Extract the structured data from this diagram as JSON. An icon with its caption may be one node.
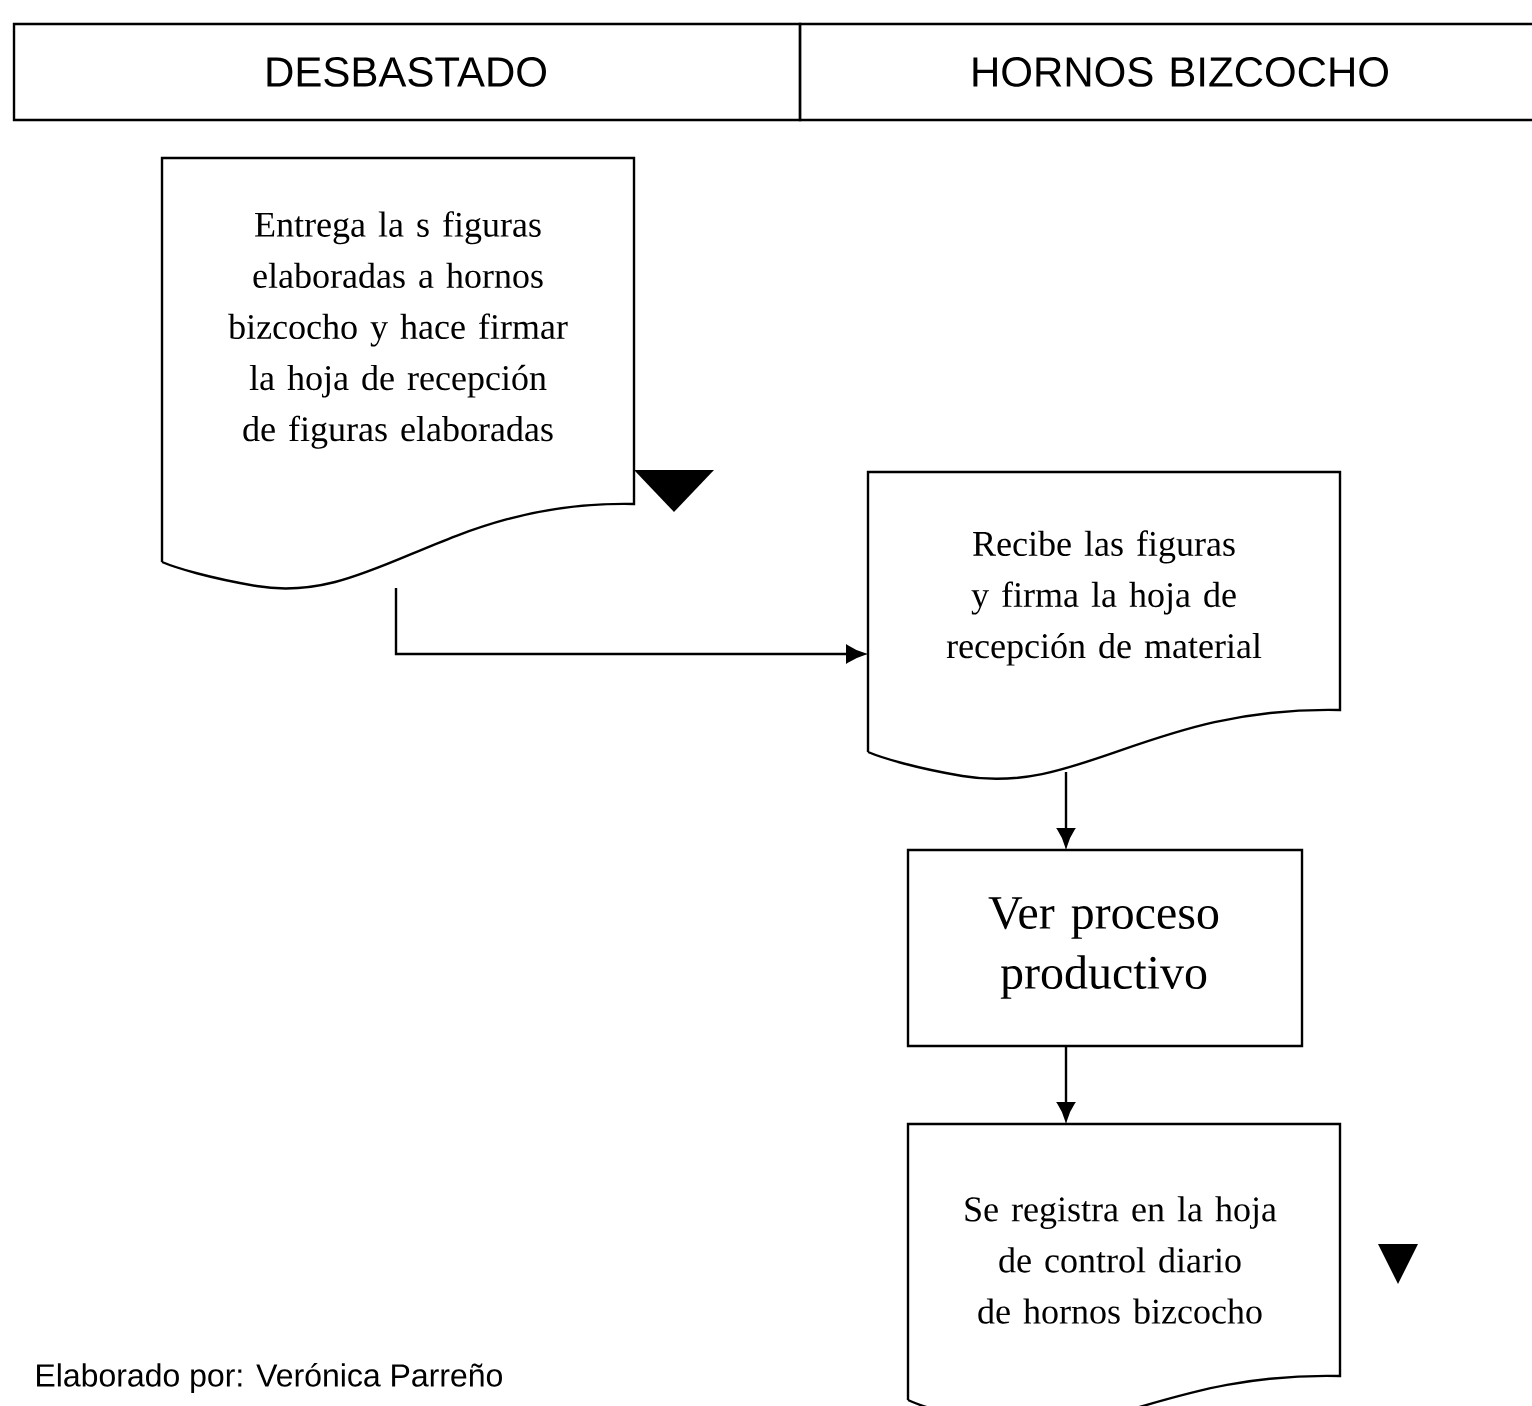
{
  "diagram": {
    "nodes": [
      {
        "text": [
          "DESBASTADO"
        ]
      },
      {
        "text": [
          "HORNOS BIZCOCHO"
        ]
      },
      {
        "text": [
          "Entrega la s figuras elaboradas a hornos bizcocho y hace firmar la hoja de recepción de figuras elaboradas"
        ]
      },
      {
        "text": [
          "Recibe las figuras y firma la hoja de recepción de material"
        ]
      },
      {
        "text": [
          "Ver proceso productivo"
        ]
      },
      {
        "text": [
          "Se registra en la hoja de control diario de hornos bizcocho"
        ]
      }
    ],
    "edges": [
      {
        "from": 2,
        "to": 3,
        "arrow": "to"
      },
      {
        "from": 3,
        "to": 4,
        "arrow": "to"
      },
      {
        "from": 4,
        "to": 5,
        "arrow": "to"
      }
    ],
    "labels": [
      "Elaborado por: Verónica Parreño"
    ]
  }
}
